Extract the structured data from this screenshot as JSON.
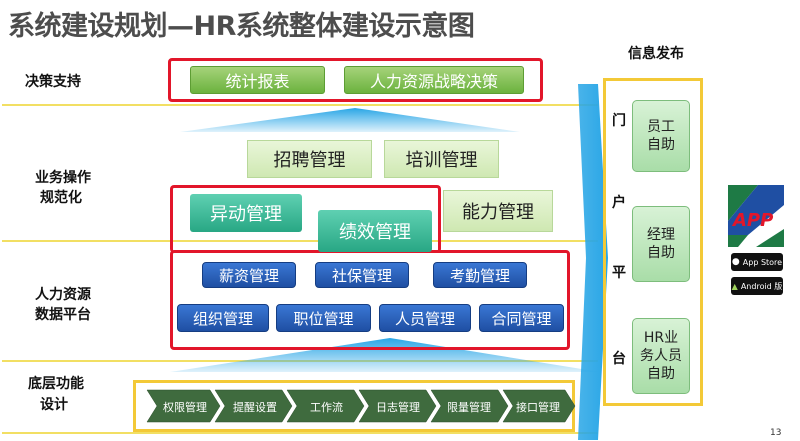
{
  "title": "系统建设规划—HR系统整体建设示意图",
  "rows": {
    "decision": "决策支持",
    "business": [
      "业务操作",
      "规范化"
    ],
    "data": [
      "人力资源",
      "数据平台"
    ],
    "bottom": [
      "底层功能",
      "设计"
    ]
  },
  "decision_items": [
    "统计报表",
    "人力资源战略决策"
  ],
  "business_items": [
    "招聘管理",
    "培训管理",
    "异动管理",
    "绩效管理",
    "能力管理"
  ],
  "data_items_row1": [
    "薪资管理",
    "社保管理",
    "考勤管理"
  ],
  "data_items_row2": [
    "组织管理",
    "职位管理",
    "人员管理",
    "合同管理"
  ],
  "bottom_items": [
    "权限管理",
    "提醒设置",
    "工作流",
    "日志管理",
    "限量管理",
    "接口管理"
  ],
  "portal": {
    "header": "信息发布",
    "chars": [
      "门",
      "户",
      "平",
      "台"
    ],
    "items": [
      "员工自助",
      "经理自助",
      "HR业务人员自助"
    ]
  },
  "app": {
    "logo_text": "APP",
    "app_store": "App Store",
    "android": "Android 版"
  },
  "page_number": "13",
  "colors": {
    "red_frame": "#e2162a",
    "yellow_frame": "#f3c937",
    "arrow_blue": "#29a6e6",
    "blue_button": "#2659b6",
    "green_button": "#76b947",
    "chevron": "#3f6b3e"
  }
}
